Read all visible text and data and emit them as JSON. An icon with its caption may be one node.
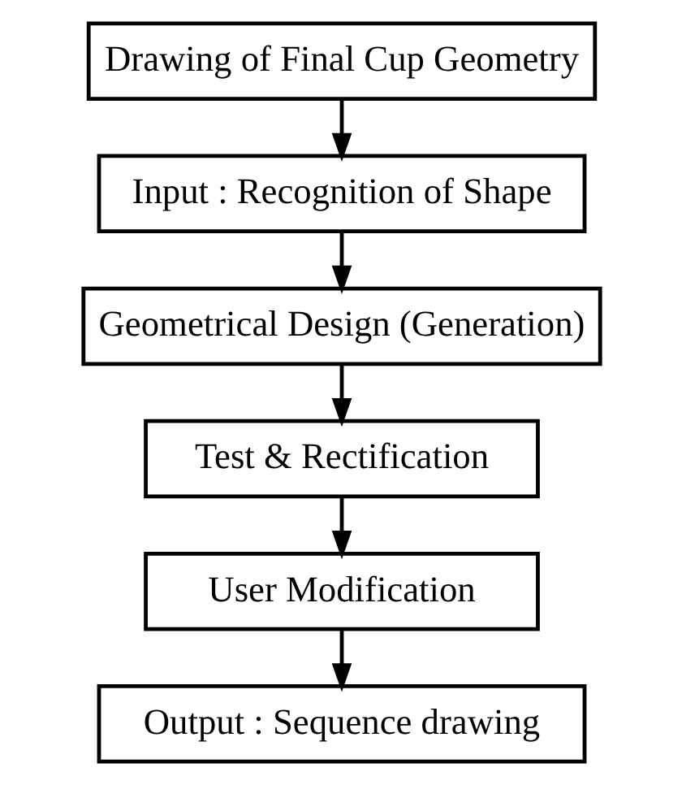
{
  "diagram": {
    "nodes": [
      {
        "text": [
          "Drawing of Final Cup Geometry"
        ]
      },
      {
        "text": [
          "Input : Recognition of Shape"
        ]
      },
      {
        "text": [
          "Geometrical Design (Generation)"
        ]
      },
      {
        "text": [
          "Test & Rectification"
        ]
      },
      {
        "text": [
          "User Modification"
        ]
      },
      {
        "text": [
          "Output : Sequence drawing"
        ]
      }
    ],
    "edges": [
      {
        "from": 0,
        "to": 1,
        "arrow": "to"
      },
      {
        "from": 1,
        "to": 2,
        "arrow": "to"
      },
      {
        "from": 2,
        "to": 3,
        "arrow": "to"
      },
      {
        "from": 3,
        "to": 4,
        "arrow": "to"
      },
      {
        "from": 4,
        "to": 5,
        "arrow": "to"
      }
    ]
  }
}
